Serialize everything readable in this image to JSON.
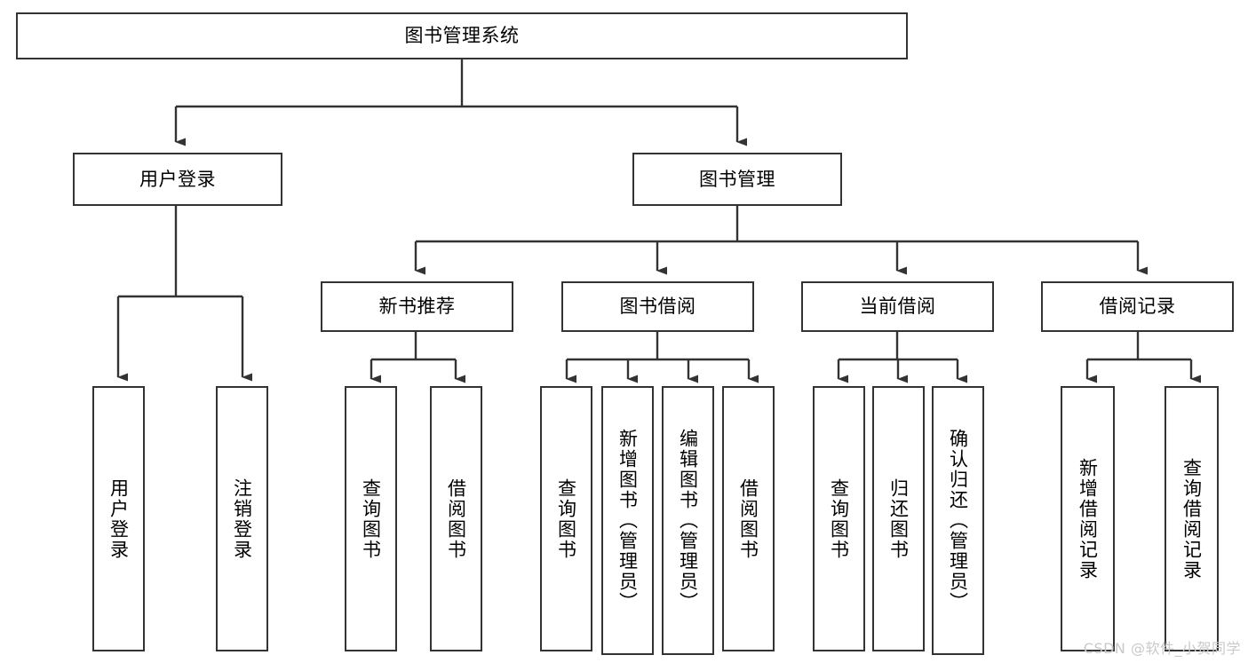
{
  "diagram": {
    "title": "图书管理系统",
    "type": "tree-hierarchy-chart",
    "colors": {
      "box_border": "#333333",
      "box_fill": "#ffffff",
      "edge": "#333333",
      "text": "#000000",
      "watermark": "#c9c9c9",
      "background": "#ffffff"
    },
    "root": {
      "label": "图书管理系统"
    },
    "level2": [
      {
        "label": "用户登录"
      },
      {
        "label": "图书管理"
      }
    ],
    "level3": [
      {
        "label": "新书推荐"
      },
      {
        "label": "图书借阅"
      },
      {
        "label": "当前借阅"
      },
      {
        "label": "借阅记录"
      }
    ],
    "leaves": {
      "user_login": [
        {
          "label": "用户登录"
        },
        {
          "label": "注销登录"
        }
      ],
      "new_book_recommend": [
        {
          "label": "查询图书"
        },
        {
          "label": "借阅图书"
        }
      ],
      "book_borrow": [
        {
          "label": "查询图书"
        },
        {
          "label": "新增图书（管理员）"
        },
        {
          "label": "编辑图书（管理员）"
        },
        {
          "label": "借阅图书"
        }
      ],
      "current_borrow": [
        {
          "label": "查询图书"
        },
        {
          "label": "归还图书"
        },
        {
          "label": "确认归还（管理员）"
        }
      ],
      "borrow_record": [
        {
          "label": "新增借阅记录"
        },
        {
          "label": "查询借阅记录"
        }
      ]
    },
    "watermark": "CSDN @软件_小贺同学"
  }
}
